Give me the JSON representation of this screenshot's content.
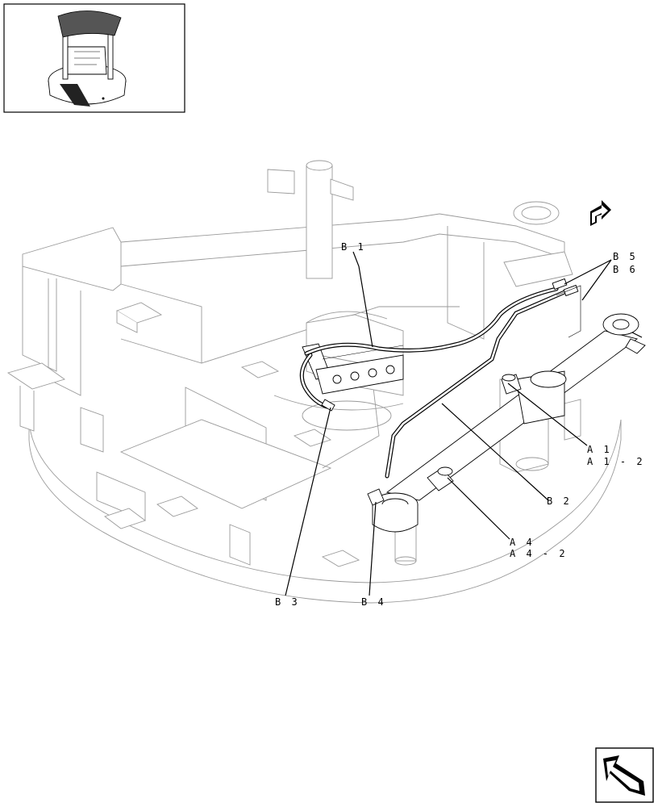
{
  "labels": {
    "b1": "B 1",
    "b2": "B 2",
    "b3": "B 3",
    "b4": "B 4",
    "b5": "B 5",
    "b6": "B 6",
    "a1": "A 1",
    "a1_2": "A 1 - 2",
    "a4": "A 4",
    "a4_2": "A 4 - 2"
  },
  "icons": {
    "thumbnail": "machine-overview-thumbnail",
    "next_page": "next-page-arrow-icon",
    "navigation": "navigation-arrow-icon"
  },
  "colors": {
    "ink": "#000000",
    "frame_gray": "#9a9a9a",
    "background": "#ffffff"
  }
}
